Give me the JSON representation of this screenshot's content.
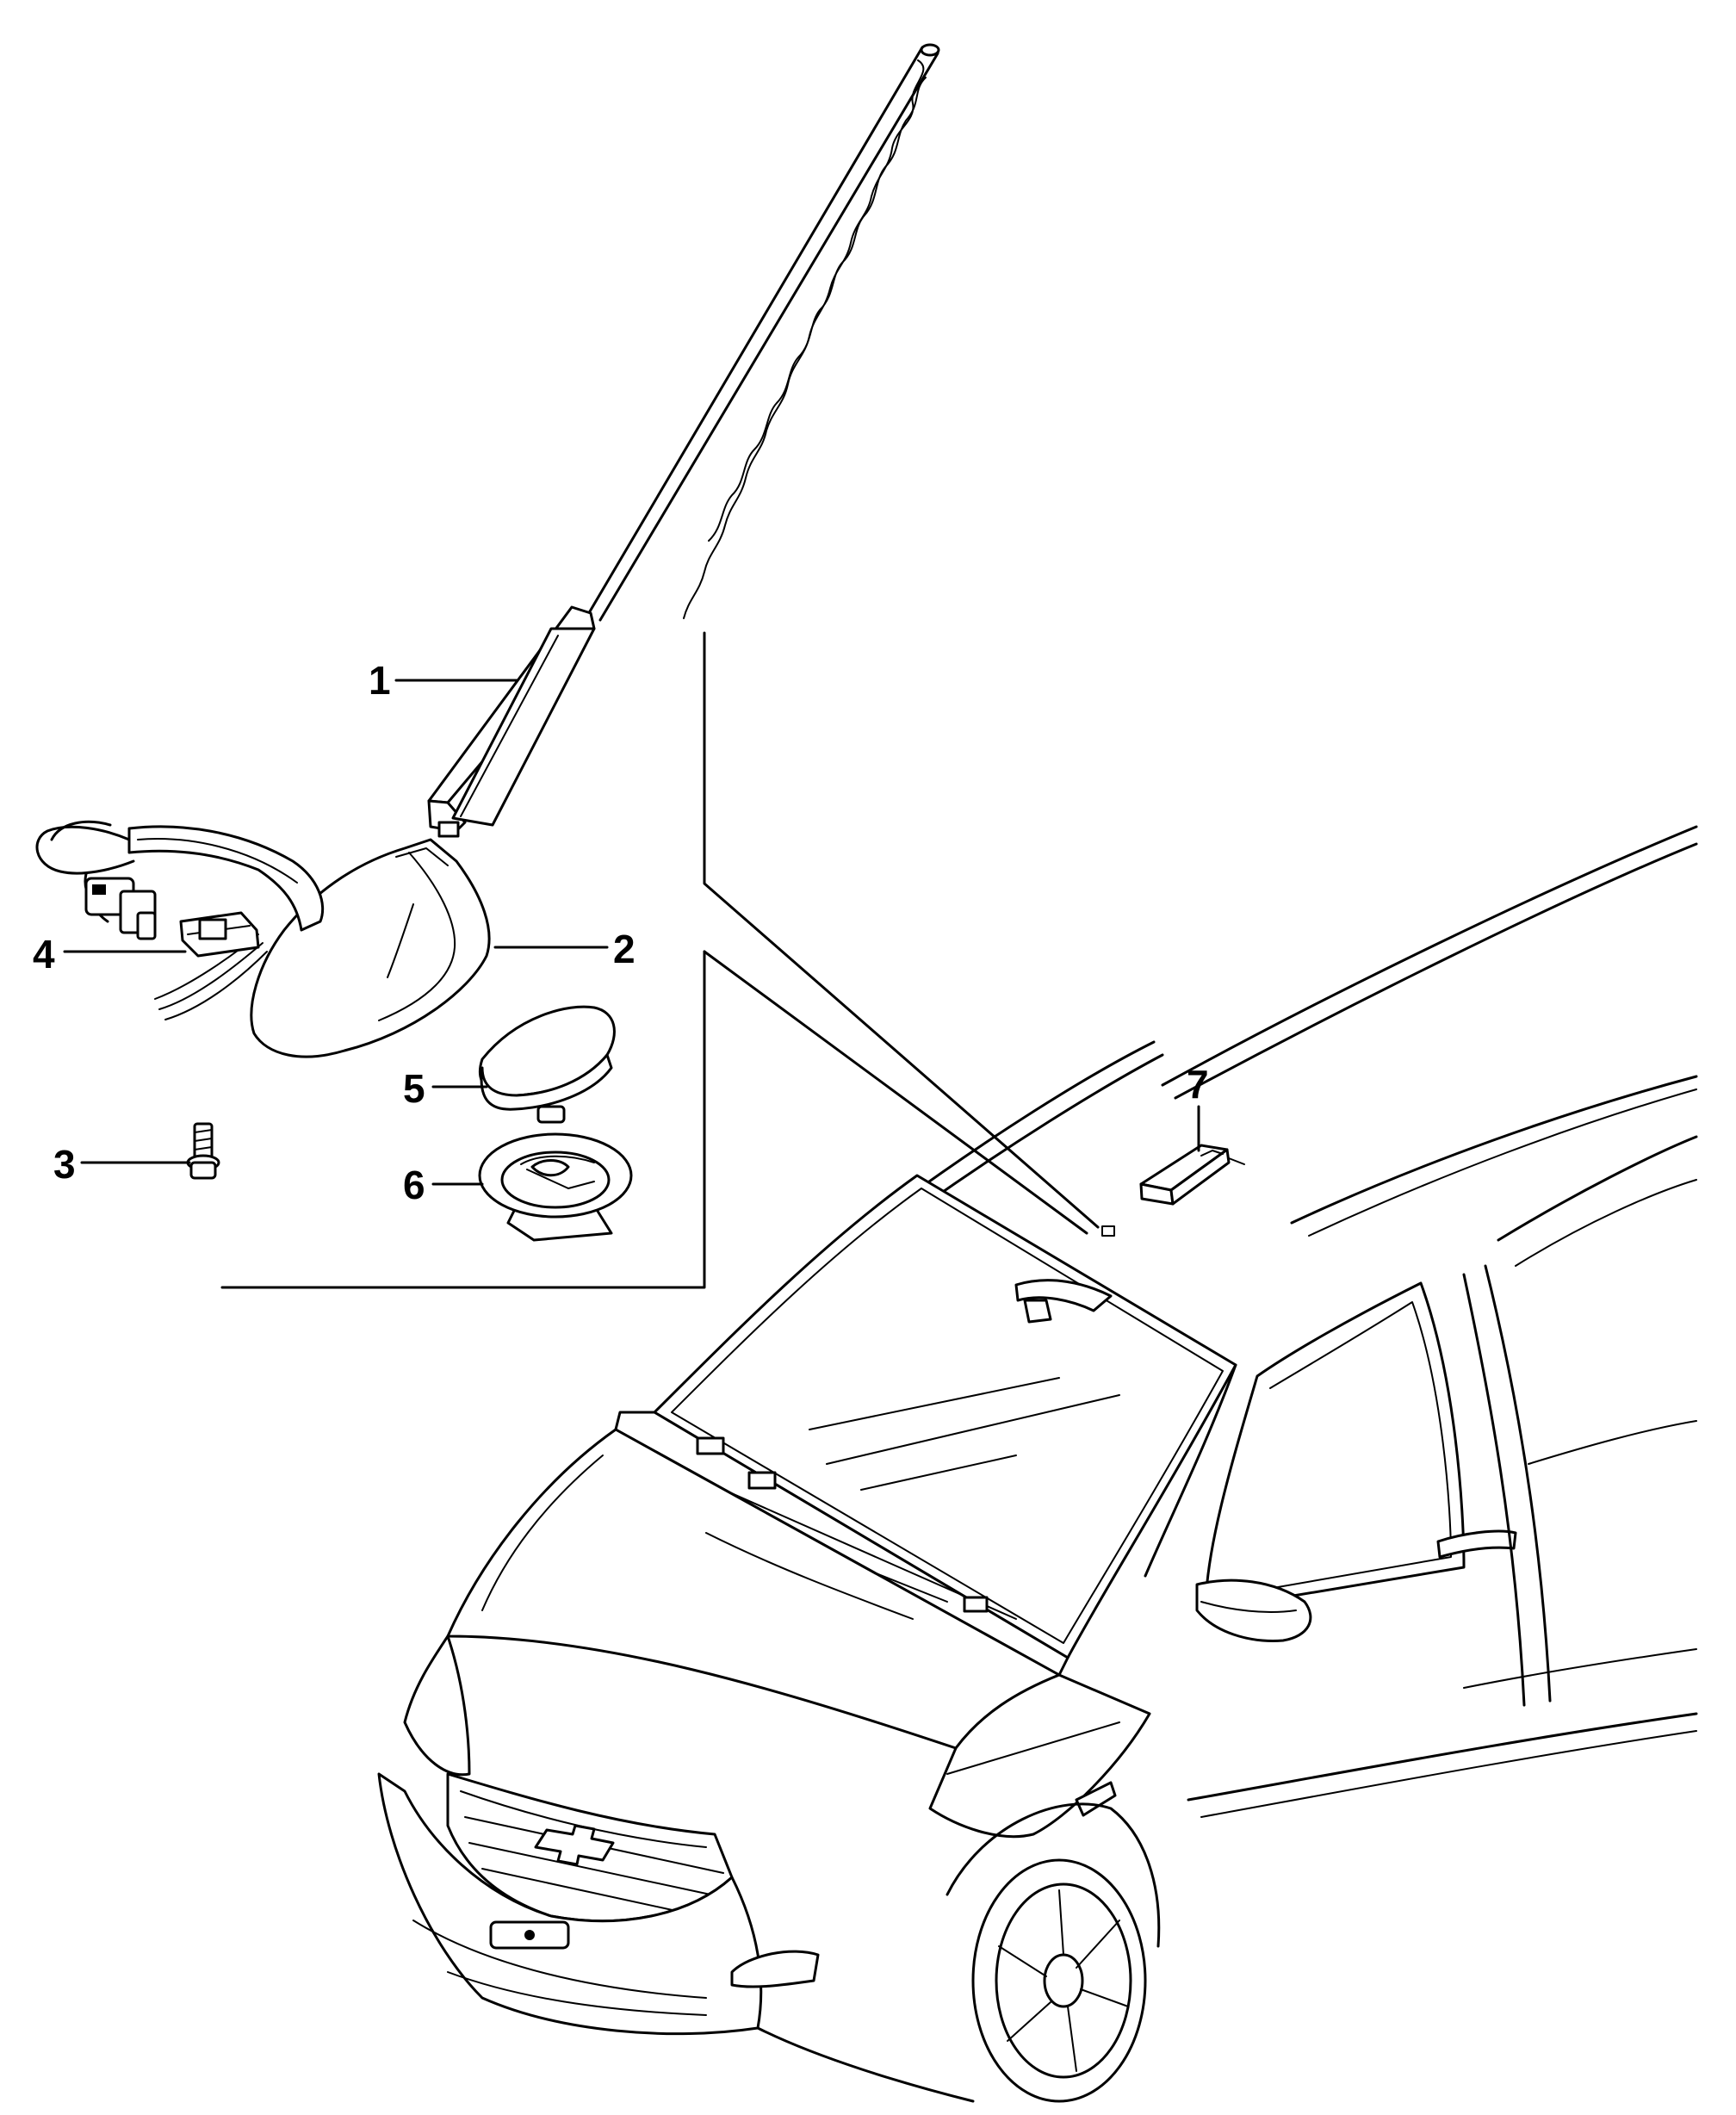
{
  "callouts": [
    {
      "id": "1",
      "label": "1"
    },
    {
      "id": "2",
      "label": "2"
    },
    {
      "id": "3",
      "label": "3"
    },
    {
      "id": "4",
      "label": "4"
    },
    {
      "id": "5",
      "label": "5"
    },
    {
      "id": "6",
      "label": "6"
    },
    {
      "id": "7",
      "label": "7"
    }
  ],
  "parts": [
    {
      "callout": "1",
      "icon": "antenna-mast-icon"
    },
    {
      "callout": "2",
      "icon": "antenna-base-icon"
    },
    {
      "callout": "3",
      "icon": "screw-icon"
    },
    {
      "callout": "4",
      "icon": "connector-icon"
    },
    {
      "callout": "5",
      "icon": "antenna-cover-icon"
    },
    {
      "callout": "6",
      "icon": "grommet-icon"
    },
    {
      "callout": "7",
      "icon": "module-icon"
    }
  ],
  "vehicle": {
    "icon": "car-icon"
  }
}
